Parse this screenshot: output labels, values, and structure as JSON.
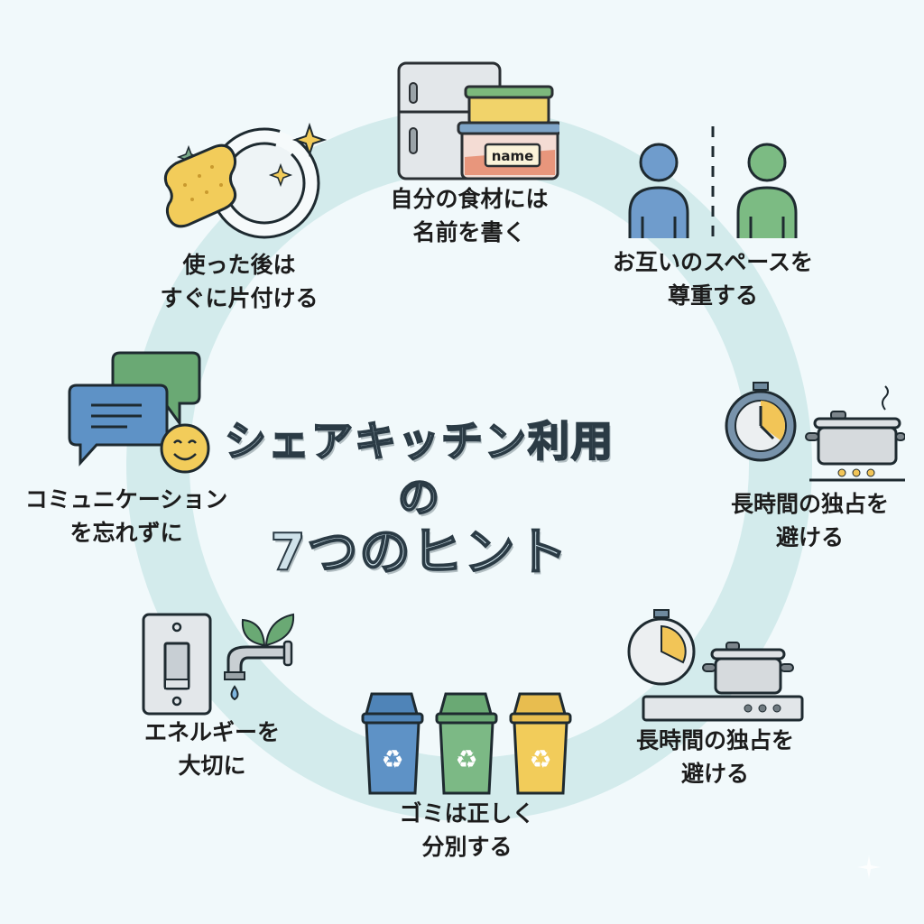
{
  "title": {
    "line1": "シェアキッチン利用の",
    "line2": "7つのヒント"
  },
  "tips": [
    {
      "id": "label-food",
      "line1": "自分の食材には",
      "line2": "名前を書く",
      "icon": "fridge-containers-icon",
      "tag_text": "name"
    },
    {
      "id": "respect-space",
      "line1": "お互いのスペースを",
      "line2": "尊重する",
      "icon": "two-people-divider-icon"
    },
    {
      "id": "avoid-monopoly-1",
      "line1": "長時間の独占を",
      "line2": "避ける",
      "icon": "stopwatch-pot-icon"
    },
    {
      "id": "avoid-monopoly-2",
      "line1": "長時間の独占を",
      "line2": "避ける",
      "icon": "stopwatch-stove-icon"
    },
    {
      "id": "separate-trash",
      "line1": "ゴミは正しく",
      "line2": "分別する",
      "icon": "recycle-bins-icon"
    },
    {
      "id": "save-energy",
      "line1": "エネルギーを",
      "line2": "大切に",
      "icon": "switch-faucet-icon"
    },
    {
      "id": "communicate",
      "line1": "コミュニケーション",
      "line2": "を忘れずに",
      "icon": "chat-smile-icon"
    },
    {
      "id": "clean-up",
      "line1": "使った後は",
      "line2": "すぐに片付ける",
      "icon": "sponge-plate-icon"
    }
  ],
  "colors": {
    "background": "#f1f9fb",
    "ring": "#d3ebec",
    "blue": "#5b8fc4",
    "green": "#6fb07a",
    "yellow": "#f2cc5a",
    "outline": "#1e2a30"
  }
}
